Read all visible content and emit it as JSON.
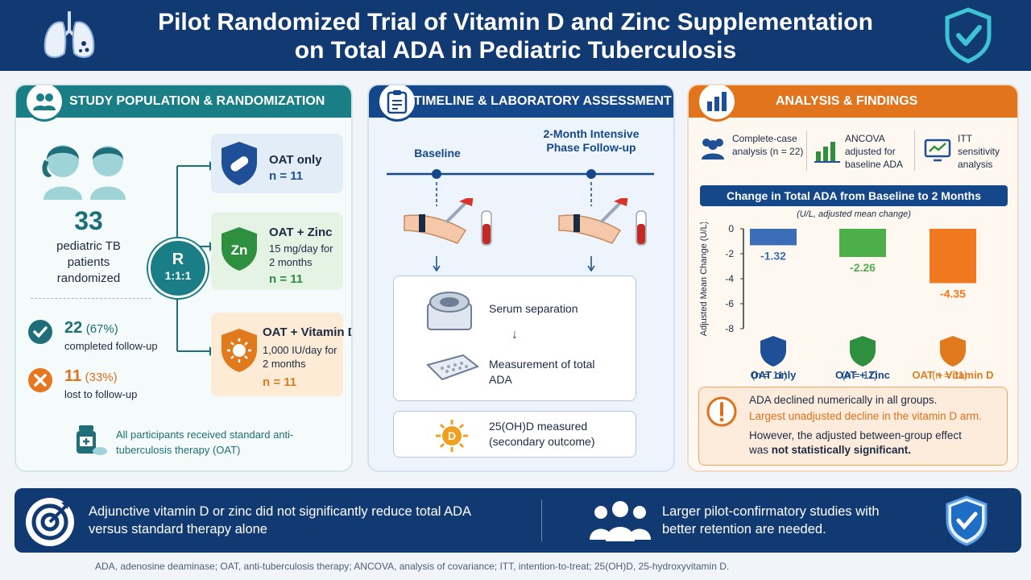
{
  "header": {
    "title_line1": "Pilot Randomized Trial of Vitamin D and Zinc Supplementation",
    "title_line2": "on Total ADA in Pediatric Tuberculosis"
  },
  "population": {
    "heading": "STUDY POPULATION & RANDOMIZATION",
    "total": "33",
    "total_label": "pediatric TB patients randomized",
    "randomization": {
      "letter": "R",
      "ratio": "1:1:1"
    },
    "completed": {
      "value": "22",
      "pct": "(67%)",
      "label": "completed follow-up"
    },
    "lost": {
      "value": "11",
      "pct": "(33%)",
      "label": "lost to follow-up"
    },
    "note": "All participants received standard anti-tuberculosis therapy (OAT)",
    "arms": [
      {
        "name": "OAT only",
        "dose": "",
        "n": "n = 11",
        "icon": "capsule-shield-icon",
        "color": "#1f4f96"
      },
      {
        "name": "OAT + Zinc",
        "dose": "15 mg/day for 2 months",
        "n": "n = 11",
        "icon": "zinc-shield-icon",
        "color": "#2e8f3e"
      },
      {
        "name": "OAT + Vitamin D",
        "dose": "1,000 IU/day for 2 months",
        "n": "n = 11",
        "icon": "sun-shield-icon",
        "color": "#e07a1c"
      }
    ]
  },
  "timeline": {
    "heading": "TIMELINE & LABORATORY ASSESSMENT",
    "baseline": "Baseline",
    "followup": "2-Month Intensive Phase Follow-up",
    "step1": "Serum separation",
    "step2": "Measurement of total ADA",
    "secondary": "25(OH)D measured (secondary outcome)"
  },
  "analysis": {
    "heading": "ANALYSIS & FINDINGS",
    "methods": [
      {
        "label": "Complete-case analysis (n = 22)",
        "icon": "people-icon"
      },
      {
        "label": "ANCOVA adjusted for baseline ADA",
        "icon": "bar-chart-icon"
      },
      {
        "label": "ITT sensitivity analysis",
        "icon": "monitor-chart-icon"
      }
    ],
    "callout": {
      "line1": "ADA declined numerically in all groups.",
      "line2": "Largest unadjusted decline in the vitamin D arm.",
      "line3": "However, the adjusted between-group effect",
      "line4_pre": "was ",
      "line4_bold": "not statistically significant."
    }
  },
  "chart_data": {
    "type": "bar",
    "title": "Change in Total ADA from Baseline to 2 Months",
    "subtitle": "(U/L, adjusted mean change)",
    "ylabel": "Adjusted Mean Change (U/L)",
    "ylim": [
      -8,
      0
    ],
    "yticks": [
      "0",
      "-2",
      "-4",
      "-6",
      "-8"
    ],
    "categories": [
      "OAT only",
      "OAT + Zinc",
      "OAT + Vitamin D"
    ],
    "category_n": [
      "(n = 11)",
      "(n = 11)",
      "(n = 11)"
    ],
    "values": [
      -1.32,
      -2.26,
      -4.35
    ],
    "value_labels": [
      "-1.32",
      "-2.26",
      "-4.35"
    ],
    "colors": [
      "#3a6fb8",
      "#4caf4a",
      "#f0781e"
    ]
  },
  "conclusion": {
    "left": "Adjunctive vitamin D or zinc did not significantly reduce total ADA versus standard therapy alone",
    "right": "Larger pilot-confirmatory studies with better retention are needed."
  },
  "footnote": "ADA, adenosine deaminase; OAT, anti-tuberculosis therapy; ANCOVA, analysis of covariance; ITT, intention-to-treat; 25(OH)D, 25-hydroxyvitamin D."
}
